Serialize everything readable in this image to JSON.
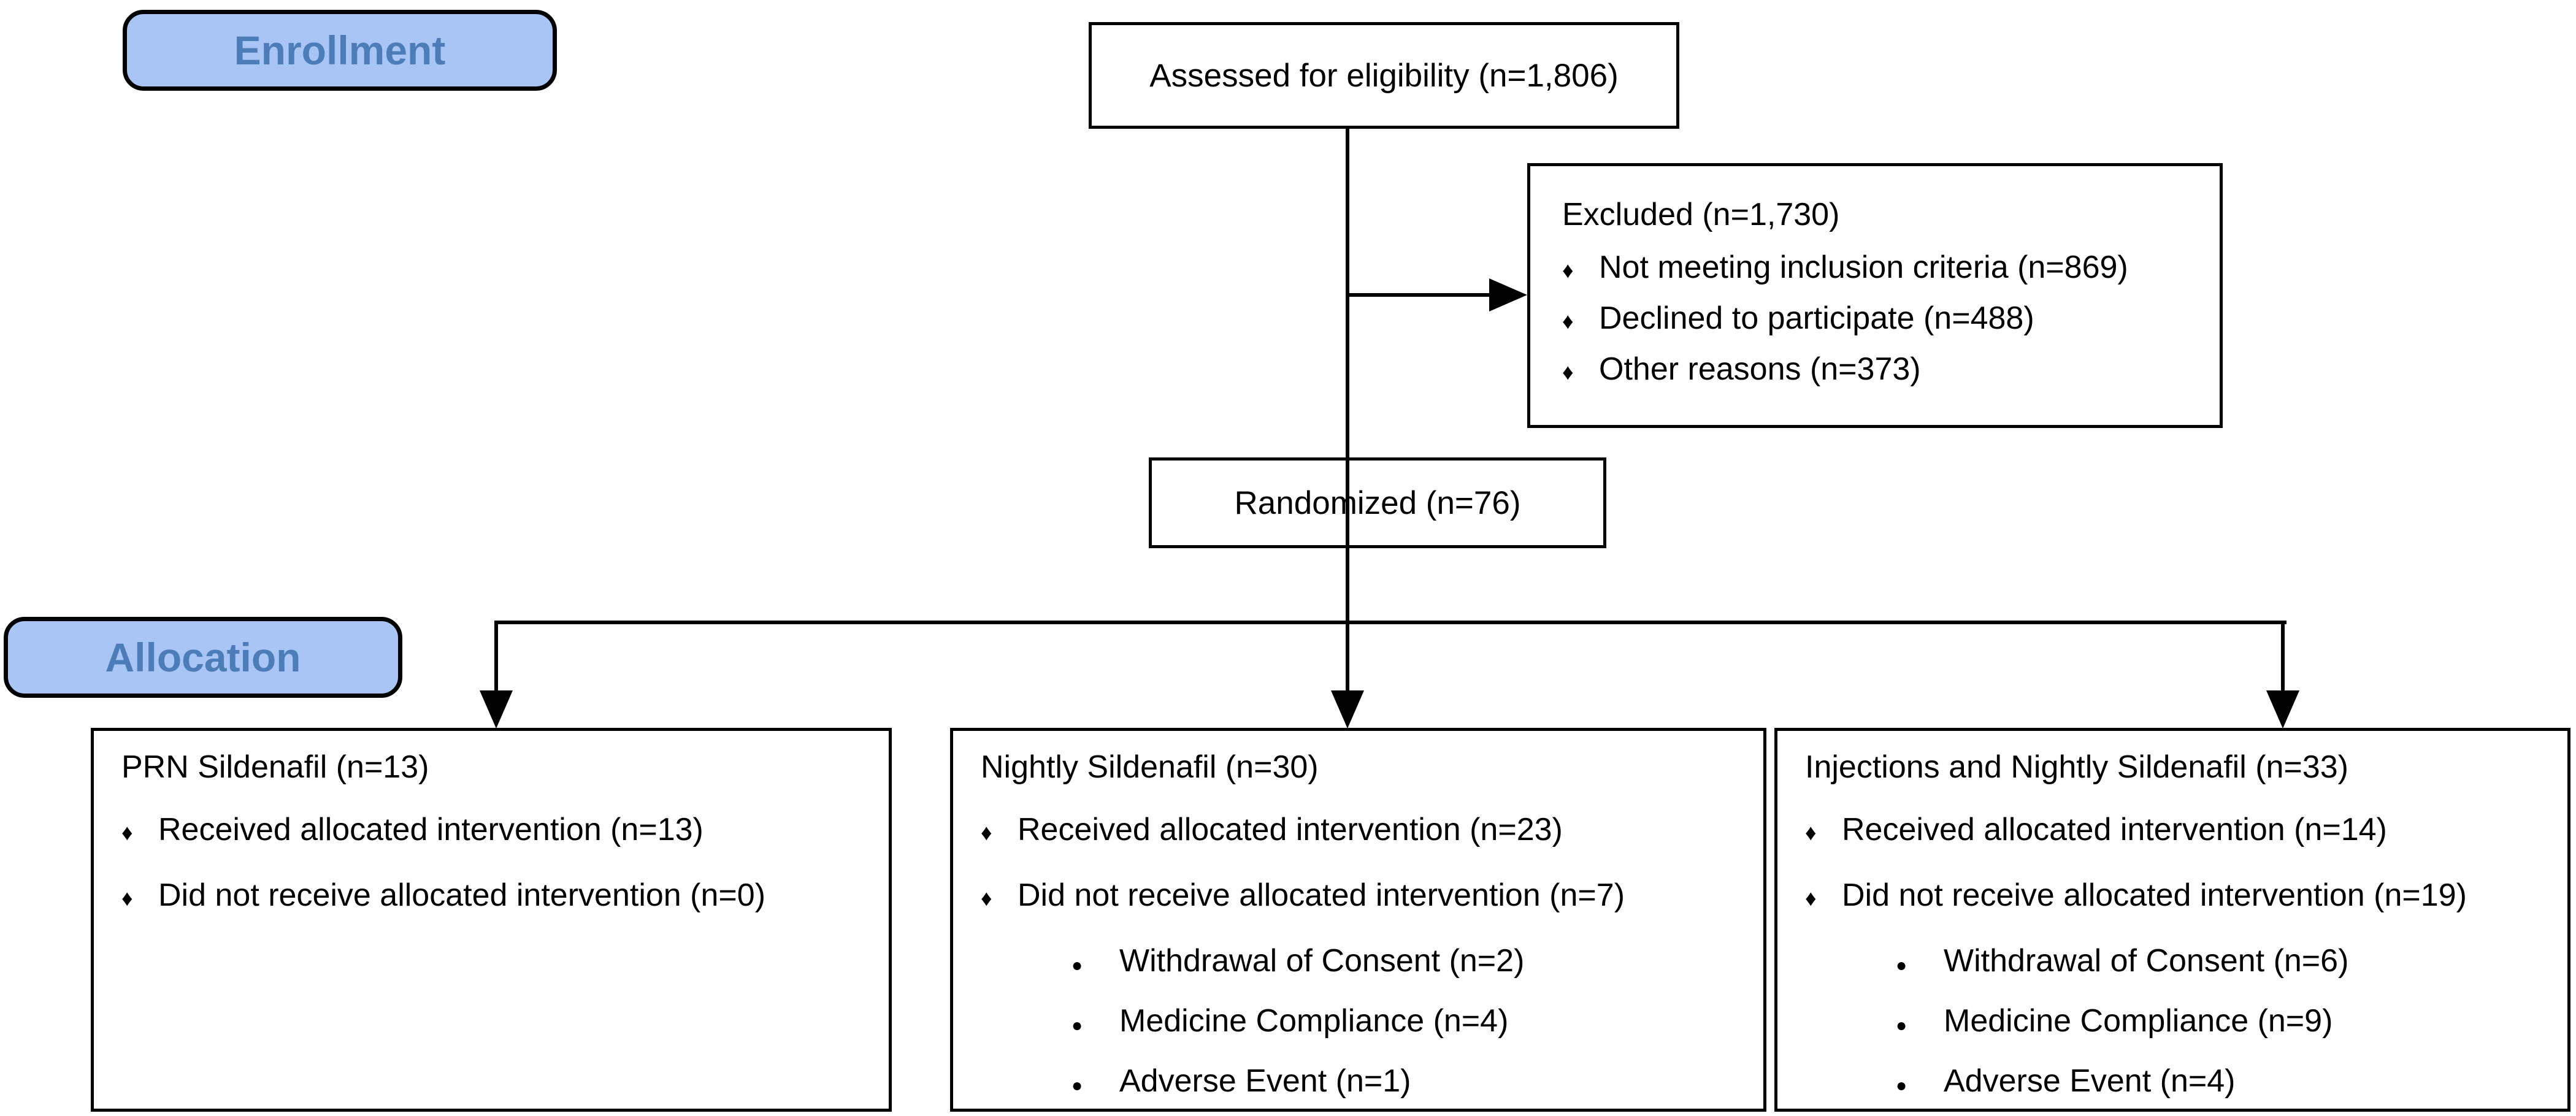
{
  "colors": {
    "label_fill": "#a9c5f5",
    "label_text": "#4c7db8",
    "line": "#000000"
  },
  "stage_labels": {
    "enrollment": "Enrollment",
    "allocation": "Allocation"
  },
  "bullet_glyphs": {
    "diamond": "♦",
    "dot": "●"
  },
  "boxes": {
    "assessed": {
      "text": "Assessed for eligibility (n=1,806)"
    },
    "excluded": {
      "title": "Excluded  (n=1,730)",
      "bullets": [
        "Not meeting inclusion criteria (n=869)",
        "Declined to participate (n=488)",
        "Other reasons (n=373)"
      ]
    },
    "randomized": {
      "text": "Randomized (n=76)"
    },
    "allocation_arms": [
      {
        "title": "PRN Sildenafil (n=13)",
        "bullets": [
          "Received allocated intervention (n=13)",
          "Did not receive allocated intervention (n=0)"
        ],
        "sub_bullets": []
      },
      {
        "title": "Nightly Sildenafil (n=30)",
        "bullets": [
          "Received allocated intervention (n=23)",
          "Did not receive allocated intervention (n=7)"
        ],
        "sub_bullets": [
          "Withdrawal of Consent (n=2)",
          "Medicine Compliance (n=4)",
          "Adverse Event (n=1)"
        ]
      },
      {
        "title": "Injections and Nightly Sildenafil (n=33)",
        "bullets": [
          "Received allocated intervention (n=14)",
          "Did not receive allocated intervention (n=19)"
        ],
        "sub_bullets": [
          "Withdrawal of Consent (n=6)",
          "Medicine Compliance (n=9)",
          "Adverse Event (n=4)"
        ]
      }
    ]
  }
}
